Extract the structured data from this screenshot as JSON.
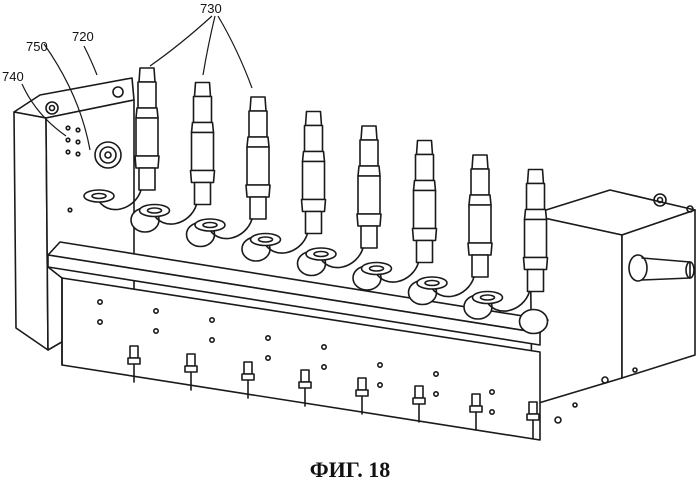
{
  "figure": {
    "caption": "ФИГ. 18",
    "labels": {
      "ref_720": "720",
      "ref_730": "730",
      "ref_740": "740",
      "ref_750": "750"
    },
    "unit_count": 8,
    "line_color": "#1a1a1a",
    "background": "#ffffff"
  }
}
